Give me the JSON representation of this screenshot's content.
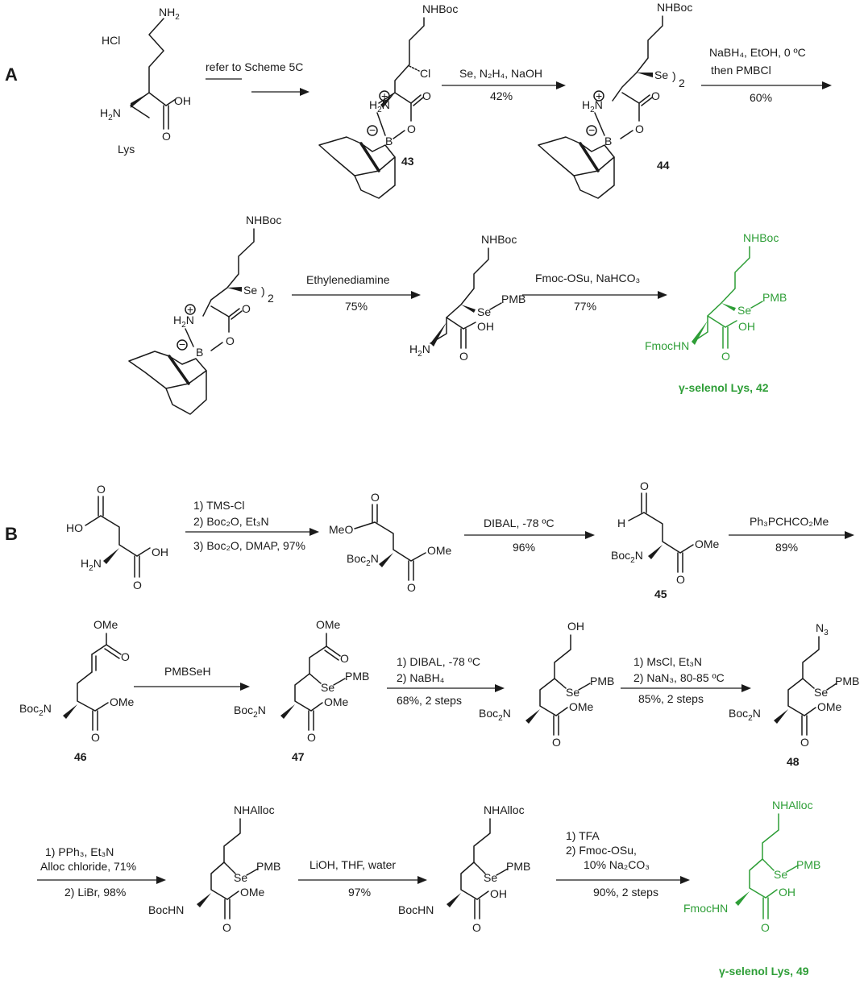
{
  "panels": {
    "a": "A",
    "b": "B"
  },
  "colors": {
    "text": "#1a1a1a",
    "highlight": "#2e9e37"
  },
  "labels": {
    "nh2": "NH",
    "sub2": "2",
    "hcl": "HCl",
    "h2n": "H",
    "n": "N",
    "oh": "OH",
    "o": "O",
    "lys": "Lys",
    "cl": "Cl",
    "nhboc": "NHBoc",
    "se": "Se",
    "pmb": "PMB",
    "b": "B",
    "plus": "+",
    "minus": "−",
    "fmochn": "FmocHN",
    "ho": "HO",
    "meo": "MeO",
    "ome": "OMe",
    "h": "H",
    "boc2n_a": "Boc",
    "boc2n_b": "N",
    "n3": "N",
    "sub3": "3",
    "nhalloc": "NHAlloc",
    "bochn": "BocHN",
    "close_paren": ")"
  },
  "compounds": {
    "c43": "43",
    "c44": "44",
    "c45": "45",
    "c46": "46",
    "c47": "47",
    "c48": "48",
    "target42": "γ-selenol Lys, 42",
    "target49": "γ-selenol Lys, 49"
  },
  "conditions": {
    "a1": [
      "refer to Scheme 5C"
    ],
    "a2": [
      "Se, N₂H₄, NaOH",
      "42%"
    ],
    "a3": [
      "NaBH₄, EtOH, 0 ºC",
      "then PMBCl",
      "60%"
    ],
    "a4": [
      "Ethylenediamine",
      "75%"
    ],
    "a5": [
      "Fmoc-OSu, NaHCO₃",
      "77%"
    ],
    "b1": [
      "1) TMS-Cl",
      "2) Boc₂O, Et₃N",
      "3) Boc₂O, DMAP, 97%"
    ],
    "b2": [
      "DIBAL, -78 ºC",
      "96%"
    ],
    "b3": [
      "Ph₃PCHCO₂Me",
      "89%"
    ],
    "b4": [
      "PMBSeH"
    ],
    "b5": [
      "1) DIBAL, -78 ºC",
      "2) NaBH₄",
      "68%, 2 steps"
    ],
    "b6": [
      "1) MsCl, Et₃N",
      "2) NaN₃, 80-85 ºC",
      "85%, 2 steps"
    ],
    "b7": [
      "1) PPh₃, Et₃N",
      "Alloc chloride, 71%",
      "2) LiBr, 98%"
    ],
    "b8": [
      "LiOH, THF, water",
      "97%"
    ],
    "b9": [
      "1) TFA",
      "2) Fmoc-OSu,",
      "10% Na₂CO₃",
      "90%, 2 steps"
    ]
  }
}
